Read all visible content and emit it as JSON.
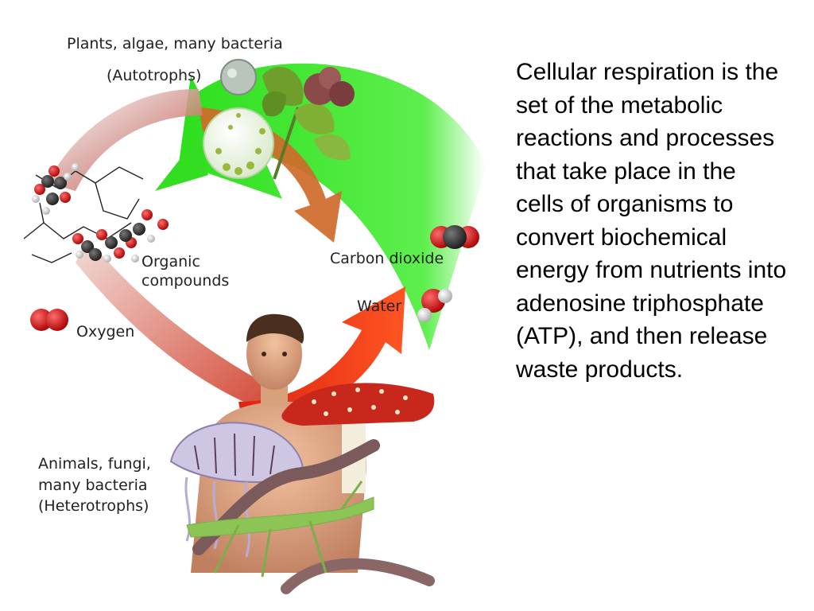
{
  "diagram": {
    "autotrophs_label": "Plants, algae, many bacteria",
    "autotrophs_group": "(Autotrophs)",
    "organic_label_1": "Organic",
    "organic_label_2": "compounds",
    "carbon_dioxide_label": "Carbon dioxide",
    "water_label": "Water",
    "oxygen_label": "Oxygen",
    "heterotrophs_line_1": "Animals, fungi,",
    "heterotrophs_line_2": "many bacteria",
    "heterotrophs_group": "(Heterotrophs)"
  },
  "description": "Cellular respiration is the set of the metabolic reactions and processes that take place in the cells of organisms to convert biochemical energy from nutrients into adenosine triphosphate (ATP), and then release waste products.",
  "colors": {
    "green_arrow": "#33ee22",
    "orange_arrow": "#d86a22",
    "red_arrow": "#ee3311",
    "oxygen_atom": "#cc1111",
    "carbon_atom": "#333333"
  }
}
